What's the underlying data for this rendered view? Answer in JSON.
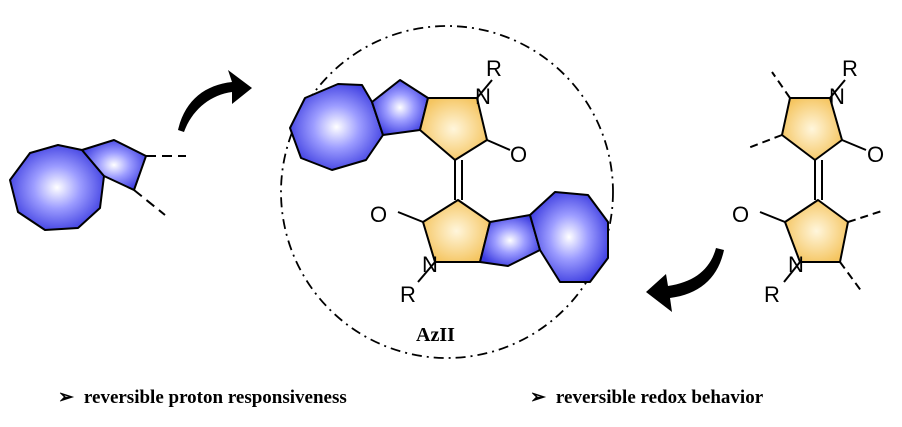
{
  "molecule_name": "AzII",
  "atoms": {
    "nitrogen": "N",
    "oxygen": "O",
    "substituent": "R"
  },
  "features": [
    {
      "bullet": "➢",
      "text": "reversible proton responsiveness"
    },
    {
      "bullet": "➢",
      "text": "reversible redox behavior"
    }
  ],
  "colors": {
    "aromatic": "#5b5bf0",
    "lactam": "#f7cf73",
    "line": "#000000"
  }
}
